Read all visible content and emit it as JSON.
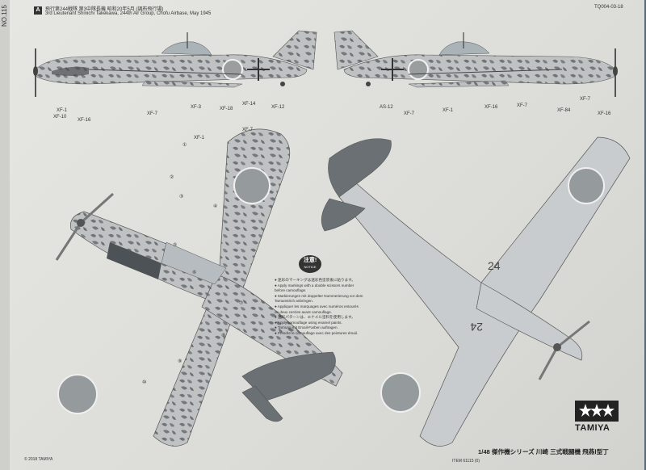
{
  "spine": {
    "text": "NO.115"
  },
  "header": {
    "badge": "A",
    "line_jp": "飛行第244戦隊 第3中隊長機 昭和20年5月 (調布飛行場)",
    "line_en": "3rd Lieutenant Shinichi Takekawa, 244th Air Group, Chofu Airbase, May 1945",
    "sheet_code": "TQ004-03-18"
  },
  "callouts": [
    "XF-1",
    "XF-10",
    "XF-16",
    "XF-7",
    "XF-3",
    "XF-18",
    "XF-14",
    "XF-12",
    "AS-12",
    "XF-7",
    "XF-1",
    "XF-16",
    "XF-7",
    "XF-84",
    "XF-7",
    "XF-16",
    "XF-7",
    "XF-1",
    "①",
    "②",
    "③",
    "④",
    "⑤",
    "⑥",
    "⑦",
    "⑧",
    "⑨",
    "⑩"
  ],
  "notice": {
    "badge_jp": "注意!",
    "badge_en": "NOTICE",
    "lines": [
      "● 迷彩のマーキングは迷彩色塗装後に貼ります。",
      "● Apply markings with a double scissors number",
      "  before camouflage.",
      "● Markierungen mit doppelter Nummerierung vor dem",
      "  Tarnanstrich anbringen.",
      "● Appliquer les marquages avec numéros entourés",
      "  de deux cercles avant camouflage.",
      "● 迷彩パターンは、エナメル塗料を使用します。",
      "● Apply camouflage using enamel paints.",
      "● Tarnung mit Email-Farben auftragen.",
      "● Peindre le camouflage avec des peintures émail.",
      ""
    ]
  },
  "markings": {
    "fuselage_number": "24"
  },
  "brand": {
    "name": "TAMIYA"
  },
  "footer": {
    "title": "1/48 傑作機シリーズ 川崎 三式戦闘機 飛燕Ⅰ型丁",
    "copyright": "© 2018 TAMIYA",
    "code": "ITEM 61115 (0)"
  },
  "colors": {
    "camo_light": "#bfc1c2",
    "camo_dark": "#6e7478",
    "hinomaru_gray": "#959a9c",
    "underside": "#c9ccce",
    "sheet": "#dcdcd8",
    "background": "#5a6a7a"
  }
}
